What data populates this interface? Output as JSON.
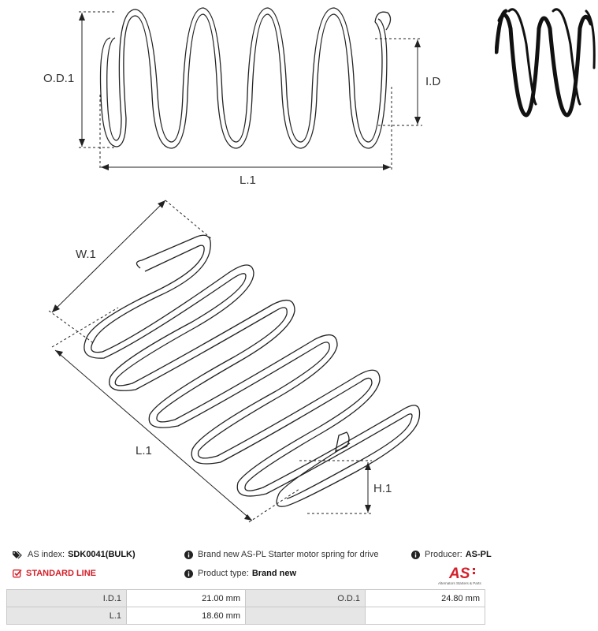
{
  "diagram_labels": {
    "od1": "O.D.1",
    "id1": "I.D.1",
    "l1_top": "L.1",
    "w1": "W.1",
    "l1_bottom": "L.1",
    "h1": "H.1"
  },
  "info": {
    "as_index_label": "AS index:",
    "as_index_value": "SDK0041(BULK)",
    "description": "Brand new AS-PL Starter motor spring for drive",
    "producer_label": "Producer:",
    "producer_value": "AS-PL",
    "line_label": "STANDARD LINE",
    "product_type_label": "Product type:",
    "product_type_value": "Brand new",
    "logo_text": "AS",
    "logo_tagline": "Alternators Starters & Parts"
  },
  "specs": [
    [
      "I.D.1",
      "21.00 mm",
      "O.D.1",
      "24.80 mm"
    ],
    [
      "L.1",
      "18.60 mm",
      "",
      ""
    ]
  ],
  "colors": {
    "accent_red": "#d3202a",
    "table_key_bg": "#e6e6e6"
  }
}
